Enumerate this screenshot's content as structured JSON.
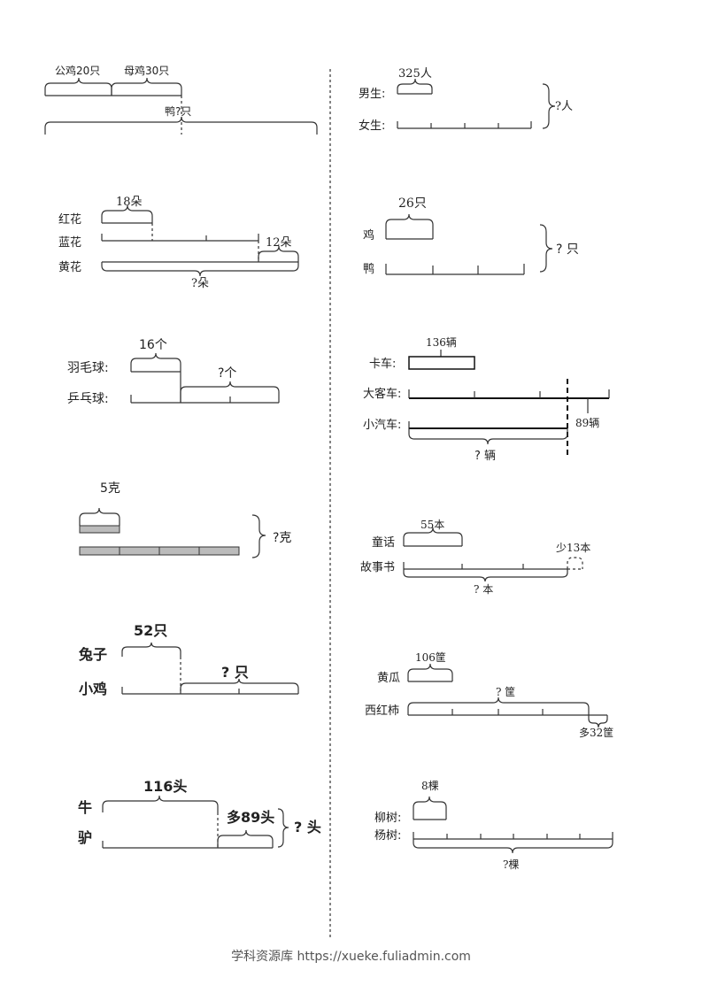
{
  "left": {
    "p1": {
      "hen": "公鸡20只",
      "mother_hen": "母鸡30只",
      "duck": "鸭?只"
    },
    "p2": {
      "red": "红花",
      "blue": "蓝花",
      "yellow": "黄花",
      "red_count": "18朵",
      "more": "12朵",
      "total": "?朵"
    },
    "p3": {
      "badminton": "羽毛球:",
      "pingpong": "乒乓球:",
      "count": "16个",
      "question": "?个"
    },
    "p4": {
      "weight": "5克",
      "question": "?克"
    },
    "p5": {
      "rabbit": "兔子",
      "chick": "小鸡",
      "count": "52只",
      "question": "? 只"
    },
    "p6": {
      "cow": "牛",
      "donkey": "驴",
      "count": "116头",
      "more": "多89头",
      "question": "? 头"
    }
  },
  "right": {
    "p1": {
      "boys": "男生:",
      "girls": "女生:",
      "count": "325人",
      "question": "?人"
    },
    "p2": {
      "chicken": "鸡",
      "duck": "鸭",
      "count": "26只",
      "question": "? 只"
    },
    "p3": {
      "truck": "卡车:",
      "bus": "大客车:",
      "car": "小汽车:",
      "count": "136辆",
      "less": "89辆",
      "question": "? 辆"
    },
    "p4": {
      "fairy": "童话",
      "story": "故事书",
      "count": "55本",
      "less": "少13本",
      "question": "? 本"
    },
    "p5": {
      "cucumber": "黄瓜",
      "tomato": "西红柿",
      "count": "106筐",
      "question": "? 筐",
      "more": "多32筐"
    },
    "p6": {
      "willow": "柳树:",
      "poplar": "杨树:",
      "count": "8棵",
      "question": "?棵"
    }
  },
  "footer": {
    "text": "学科资源库 https://xueke.fuliadmin.com"
  }
}
